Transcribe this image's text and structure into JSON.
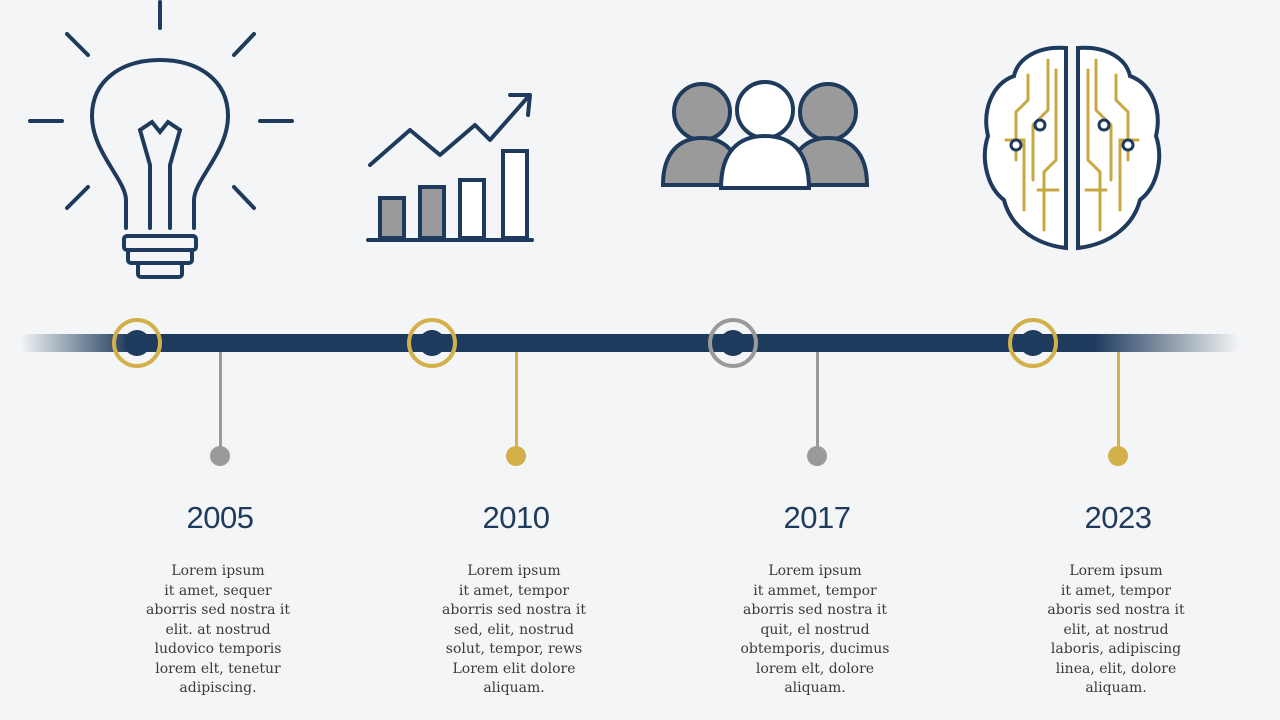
{
  "colors": {
    "navy": "#1e3a5c",
    "gold": "#d4b04a",
    "grey": "#9a9a9a",
    "background": "#f4f5f6"
  },
  "milestones": [
    {
      "year": "2005",
      "icon": "lightbulb-icon",
      "ring_color": "gold",
      "stem_color": "grey",
      "text": "Lorem ipsum\nit amet, sequer\naborris sed nostra it\nelit. at nostrud\nludovico temporis\nlorem elt, tenetur\nadipiscing."
    },
    {
      "year": "2010",
      "icon": "growth-chart-icon",
      "ring_color": "gold",
      "stem_color": "gold",
      "text": "Lorem ipsum\nit amet, tempor\naborris sed nostra it\nsed, elit, nostrud\nsolut, tempor, rews\nLorem elit dolore\naliquam."
    },
    {
      "year": "2017",
      "icon": "team-icon",
      "ring_color": "grey",
      "stem_color": "grey",
      "text": "Lorem ipsum\nit ammet, tempor\naborris sed nostra it\nquit, el nostrud\nobtemporis, ducimus\nlorem elt, dolore\naliquam."
    },
    {
      "year": "2023",
      "icon": "ai-brain-icon",
      "ring_color": "gold",
      "stem_color": "gold",
      "text": "Lorem ipsum\nit amet, tempor\naboris sed nostra it\nelit, at nostrud\nlaboris, adipiscing\nlinea, elit, dolore\naliquam."
    }
  ]
}
